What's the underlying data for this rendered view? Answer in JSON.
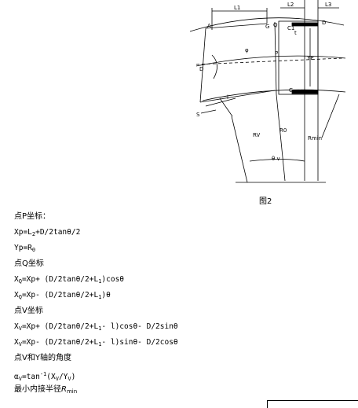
{
  "figure": {
    "caption": "图2",
    "labels": {
      "l1": "L1",
      "l2": "L2",
      "l3": "L3",
      "a": "A",
      "g": "G",
      "q": "Q",
      "d_top": "D",
      "c1": "C1",
      "t": "t",
      "phi": "φ",
      "p": "P",
      "yp": "YP",
      "d_left": "D",
      "c": "C",
      "l": "l",
      "s": "S",
      "rv": "RV",
      "r0": "R0",
      "rmin": "Rmin",
      "theta_v": "θ v"
    }
  },
  "text": {
    "p_heading": "点P坐标：",
    "xp": {
      "lhs": "Xp=L",
      "s1": "2",
      "rest": "+D/2tanθ/2"
    },
    "yp": {
      "lhs": "Yp=R",
      "s1": "0"
    },
    "q_heading": "点Q坐标",
    "xq": {
      "x": "X",
      "xs": "Q",
      "a": "=Xp+ (D/2tanθ/2+L",
      "s1": "1",
      "b": ")cosθ"
    },
    "yq": {
      "x": "X",
      "xs": "Q",
      "a": "=Xp- (D/2tanθ/2+L",
      "s1": "1",
      "b": ")θ"
    },
    "v_heading": "点V坐标",
    "xv": {
      "x": "X",
      "xs": "V",
      "a": "=Xp+ (D/2tanθ/2+L",
      "s1": "1",
      "b": "- l)cosθ- D/2sinθ"
    },
    "yv": {
      "x": "X",
      "xs": "V",
      "a": "=Xp- (D/2tanθ/2+L",
      "s1": "1",
      "b": "- l)sinθ- D/2cosθ"
    },
    "angle_heading": "点V和Y轴的角度",
    "alpha": {
      "a": "α",
      "as": "V",
      "eq": "=tan",
      "sup": "-1",
      "b": "(X",
      "bs": "V",
      "c": "/Y",
      "cs": "V",
      "d": ")"
    },
    "rmin": {
      "label": "最小内接半径",
      "r": "R",
      "rs": "min"
    }
  }
}
